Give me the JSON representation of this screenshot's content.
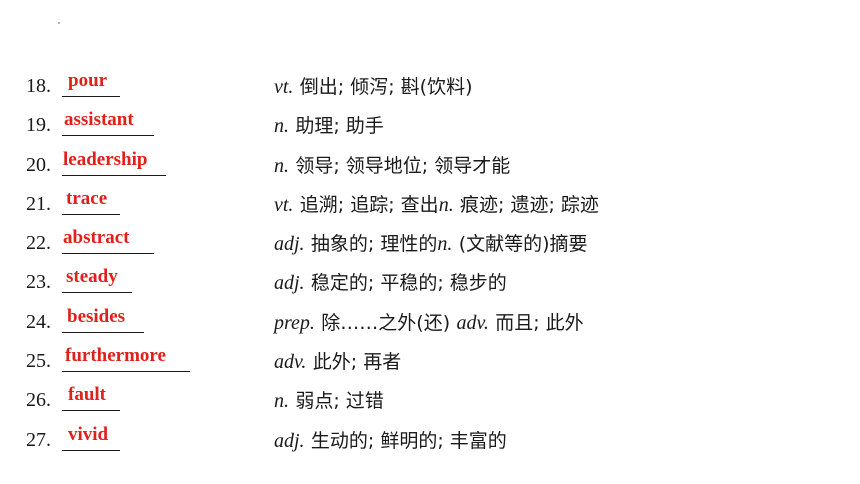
{
  "vocab": [
    {
      "number": "18.",
      "answer": "pour",
      "parts": [
        {
          "pos": "vt.",
          "meaning": "倒出; 倾泻; 斟(饮料)"
        }
      ]
    },
    {
      "number": "19.",
      "answer": "assistant",
      "parts": [
        {
          "pos": "n.",
          "meaning": "助理; 助手"
        }
      ]
    },
    {
      "number": "20.",
      "answer": "leadership",
      "parts": [
        {
          "pos": "n.",
          "meaning": "领导; 领导地位; 领导才能"
        }
      ]
    },
    {
      "number": "21.",
      "answer": "trace",
      "parts": [
        {
          "pos": "vt.",
          "meaning": "追溯; 追踪; 查出"
        },
        {
          "pos": "n.",
          "meaning": "痕迹; 遗迹; 踪迹"
        }
      ]
    },
    {
      "number": "22.",
      "answer": "abstract",
      "parts": [
        {
          "pos": "adj.",
          "meaning": "抽象的; 理性的"
        },
        {
          "pos": "n.",
          "meaning": "(文献等的)摘要"
        }
      ]
    },
    {
      "number": "23.",
      "answer": "steady",
      "parts": [
        {
          "pos": "adj.",
          "meaning": "稳定的; 平稳的; 稳步的"
        }
      ]
    },
    {
      "number": "24.",
      "answer": "besides",
      "parts": [
        {
          "pos": "prep.",
          "meaning": "除……之外(还)"
        },
        {
          "pos": "adv.",
          "meaning": "而且; 此外"
        }
      ]
    },
    {
      "number": "25.",
      "answer": "furthermore",
      "parts": [
        {
          "pos": "adv.",
          "meaning": "此外; 再者"
        }
      ]
    },
    {
      "number": "26.",
      "answer": "fault",
      "parts": [
        {
          "pos": "n.",
          "meaning": "弱点; 过错"
        }
      ]
    },
    {
      "number": "27.",
      "answer": "vivid",
      "parts": [
        {
          "pos": "adj.",
          "meaning": "生动的; 鲜明的; 丰富的"
        }
      ]
    }
  ],
  "colors": {
    "answer": "#e0201c",
    "text": "#1a1a1a"
  }
}
